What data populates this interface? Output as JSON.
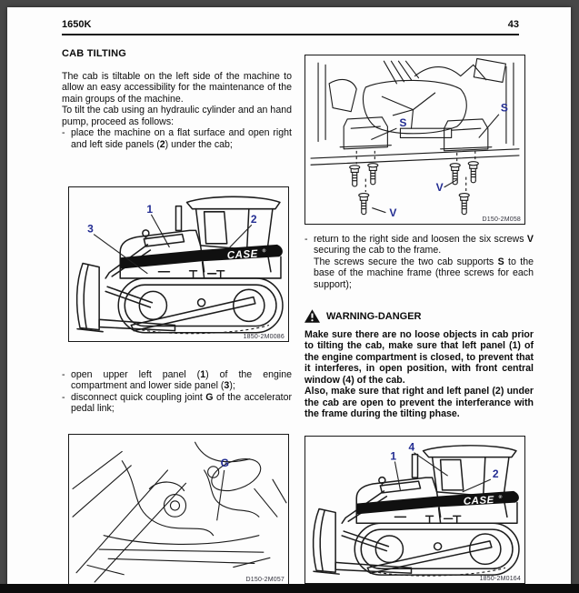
{
  "header": {
    "model": "1650K",
    "page_number": "43"
  },
  "section": {
    "title": "CAB TILTING"
  },
  "intro": {
    "p1": "The cab is tiltable on the left side of the machine to allow an easy accessibility for the maintenance of the main groups of the machine.",
    "p2": "To tilt the cab using an hydraulic cylinder and an hand pump, proceed as follows:"
  },
  "bullets": {
    "place": {
      "m": "-",
      "seg": [
        {
          "t": "place the machine on a flat surface and open right and left side panels ("
        },
        {
          "t": "2",
          "b": true
        },
        {
          "t": ") under the cab;"
        }
      ]
    },
    "open_panels": {
      "m": "-",
      "seg": [
        {
          "t": "open upper left panel ("
        },
        {
          "t": "1",
          "b": true
        },
        {
          "t": ") of the engine compartment and lower side panel ("
        },
        {
          "t": "3",
          "b": true
        },
        {
          "t": ");"
        }
      ]
    },
    "disconnect": {
      "m": "-",
      "seg": [
        {
          "t": "disconnect quick coupling joint "
        },
        {
          "t": "G",
          "b": true
        },
        {
          "t": " of the accelerator pedal link;"
        }
      ]
    },
    "loosen": {
      "m": "-",
      "seg": [
        {
          "t": "return to the right side and loosen the six screws "
        },
        {
          "t": "V",
          "b": true
        },
        {
          "t": " securing the cab to the frame."
        }
      ]
    },
    "loosen_cont": {
      "seg": [
        {
          "t": "The screws secure the two cab supports "
        },
        {
          "t": "S",
          "b": true
        },
        {
          "t": " to the base of the machine frame (three screws for each support);"
        }
      ]
    }
  },
  "warning": {
    "title": "WARNING-DANGER",
    "p1": "Make sure there are no loose objects in cab prior to tilting the cab, make sure that left panel (1) of the engine compartment is closed, to prevent that it interferes, in open position, with front central window (4) of the cab.",
    "p2": "Also, make sure that right and left panel (2) under the cab are open to prevent the interferance with the frame during the tilting phase."
  },
  "figures": {
    "fig1": {
      "caption": "1850-2M0086",
      "labels": {
        "l1": "1",
        "l2": "2",
        "l3": "3"
      }
    },
    "fig2": {
      "caption": "D150-2M057",
      "labels": {
        "g": "G"
      }
    },
    "fig3": {
      "caption": "D150-2M058",
      "labels": {
        "s": "S",
        "v": "V"
      }
    },
    "fig4": {
      "caption": "1850-2M0164",
      "labels": {
        "l1": "1",
        "l4": "4",
        "l2": "2"
      }
    }
  },
  "logo": {
    "case": "CASE",
    "reg": "®"
  },
  "colors": {
    "figure_label": "#232d92",
    "page_bg": "#fdfdfd",
    "surround": "#474747",
    "bottom_bar": "#0c0c0c"
  }
}
